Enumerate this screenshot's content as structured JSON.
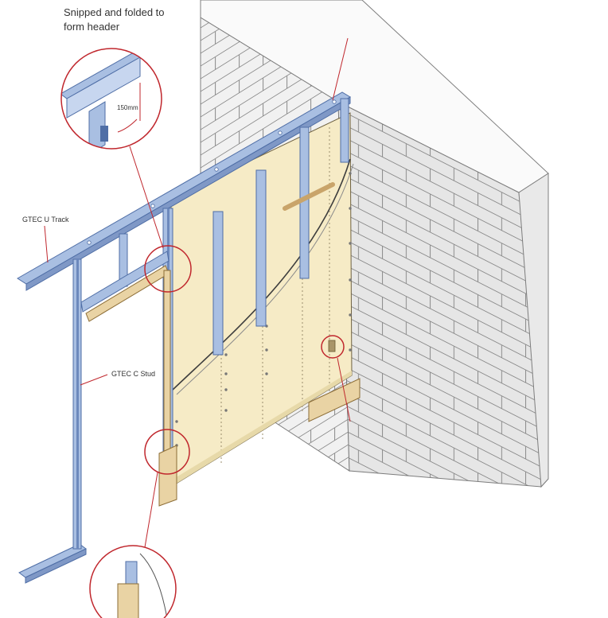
{
  "labels": {
    "caption_line1": "Snipped and folded to",
    "caption_line2": "form header",
    "u_track": "GTEC U Track",
    "c_stud": "GTEC C Stud",
    "dimension": "150mm"
  },
  "colors": {
    "brick_face": "#f1f1f1",
    "brick_side": "#e6e6e6",
    "brick_top": "#fafafa",
    "mortar": "#8a8a8a",
    "steel": "#a9bfe2",
    "steel_dark": "#4f6ea6",
    "board": "#f6ebc6",
    "timber": "#e9d3a4",
    "callout": "#c0272d"
  },
  "icons": {
    "callout": "magnifier-circle"
  }
}
